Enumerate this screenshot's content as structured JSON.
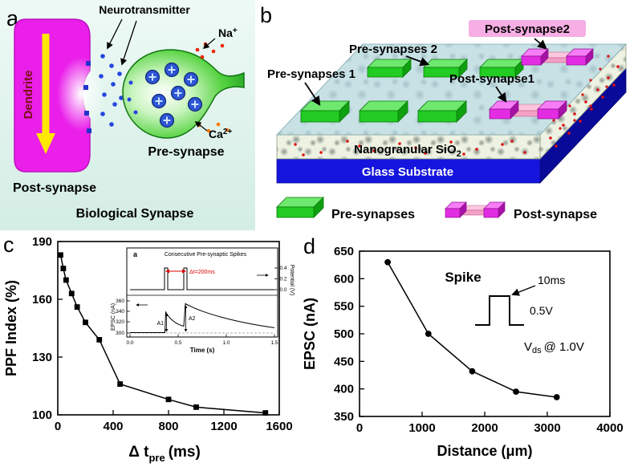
{
  "figure": {
    "panel_a": {
      "label": "a",
      "neurotransmitter": "Neurotransmitter",
      "dendrite": "Dendrite",
      "na_main": "Na",
      "na_sup": "+",
      "ca_main": "Ca",
      "ca_sup": "2+",
      "post_synapse": "Post-synapse",
      "pre_synapse": "Pre-synapse",
      "caption": "Biological Synapse"
    },
    "panel_b": {
      "label": "b",
      "pre_synapses_1": "Pre-synapses 1",
      "pre_synapses_2": "Pre-synapses 2",
      "post_synapse1": "Post-synapse1",
      "post_synapse2": "Post-synapse2",
      "nanogranular_main": "Nanogranular SiO",
      "nanogranular_sub": "2",
      "glass_substrate": "Glass Substrate",
      "legend_pre": "Pre-synapses",
      "legend_post": "Post-synapse",
      "colors": {
        "pre_green": "#22cc22",
        "post_magenta": "#e22ce2",
        "channel_pink": "#f49fc4",
        "glass_blue": "#1515dd"
      }
    },
    "panel_c": {
      "label": "c"
    },
    "panel_d": {
      "label": "d"
    }
  },
  "chart_data": [
    {
      "id": "ppf-index",
      "type": "line",
      "panel": "c",
      "title": "",
      "xlabel": "Δ t_pre (ms)",
      "xlabel_parts": {
        "prefix": "Δ t",
        "sub": "pre",
        "suffix": "(ms)"
      },
      "ylabel": "PPF Index (%)",
      "xlim": [
        0,
        1600
      ],
      "ylim": [
        100,
        190
      ],
      "xticks": [
        0,
        400,
        800,
        1200,
        1600
      ],
      "yticks": [
        100,
        130,
        160,
        190
      ],
      "marker": "square",
      "color": "#000000",
      "x": [
        20,
        40,
        60,
        100,
        140,
        200,
        300,
        450,
        800,
        1000,
        1500
      ],
      "y": [
        183,
        176,
        170,
        163,
        156,
        148,
        139,
        116,
        108,
        104,
        101
      ],
      "inset": {
        "corner_label": "a",
        "title": "Consecutive Pre-synaptic Spikes",
        "dt_label": "Δt=200ms",
        "left_ylabel": "EPSC (nA)",
        "right_ylabel": "Potential (V)",
        "xlabel": "Time (s)",
        "left_ytick_labels": [
          "360",
          "340",
          "320",
          "300"
        ],
        "right_ytick_labels": [
          "0.4",
          "0.2",
          "0.0"
        ],
        "xtick_labels": [
          "0.0",
          "0.5",
          "1.0",
          "1.5"
        ],
        "peak_labels": [
          "A1",
          "A2"
        ]
      }
    },
    {
      "id": "epsc-distance",
      "type": "line",
      "panel": "d",
      "title": "",
      "xlabel": "Distance (μm)",
      "ylabel": "EPSC (nA)",
      "xlim": [
        0,
        4000
      ],
      "ylim": [
        350,
        650
      ],
      "xticks": [
        0,
        1000,
        2000,
        3000,
        4000
      ],
      "yticks": [
        350,
        400,
        450,
        500,
        550,
        600,
        650
      ],
      "marker": "circle",
      "color": "#000000",
      "x": [
        450,
        1100,
        1800,
        2500,
        3150
      ],
      "y": [
        630,
        500,
        432,
        395,
        385
      ],
      "annotations": {
        "spike": "Spike",
        "pulse_width": "10ms",
        "pulse_amplitude": "0.5V",
        "vds_main": "V",
        "vds_sub": "ds",
        "vds_rest": "@ 1.0V"
      }
    }
  ]
}
